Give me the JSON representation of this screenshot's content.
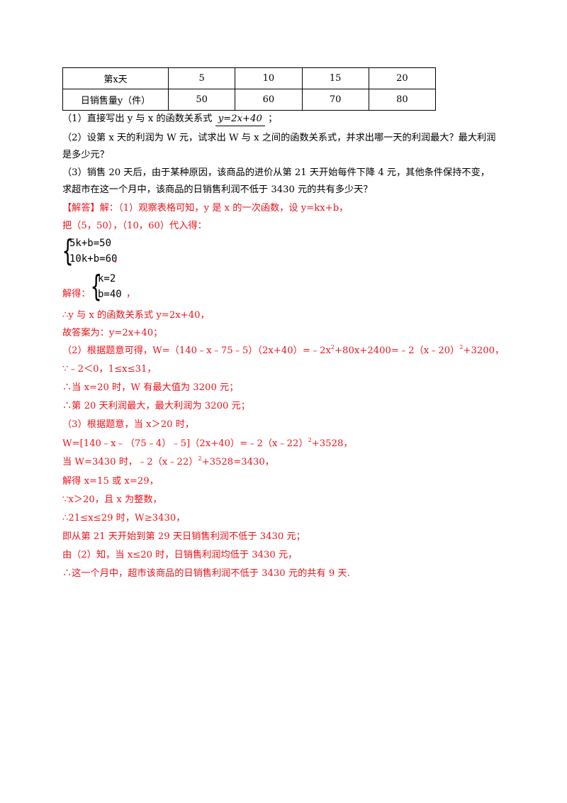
{
  "table": {
    "header": [
      "第x天",
      "5",
      "10",
      "15",
      "20"
    ],
    "row": [
      "日销售量y（件）",
      "50",
      "60",
      "70",
      "80"
    ]
  },
  "questions": {
    "q1_prefix": "（1）直接写出 y 与 x 的函数关系式",
    "q1_answer": "y=2x+40",
    "q1_suffix": "；",
    "q2_line1": "（2）设第 x 天的利润为 W 元，试求出 W 与 x 之间的函数关系式，并求出哪一天的利润最大？最大利润",
    "q2_line2": "是多少元？",
    "q3_line1": "（3）销售 20 天后，由于某种原因，该商品的进价从第 21 天开始每件下降 4 元，其他条件保持不变，",
    "q3_line2": "求超市在这一个月中，该商品的日销售利润不低于 3430 元的共有多少天？"
  },
  "solution": {
    "tag": "【解答】",
    "s1": "解：（1）观察表格可知，y 是 x 的一次函数，设 y=kx+b，",
    "s2": "把（5，50），（10，60）代入得：",
    "system1": [
      "5k+b=50",
      "10k+b=60"
    ],
    "system1_suffix": "，",
    "s3_prefix": "解得：",
    "system2": [
      "k=2",
      "b=40"
    ],
    "system2_suffix": "，",
    "s4": "∴y 与 x 的函数关系式 y=2x+40，",
    "s5": "故答案为：y=2x+40；",
    "s6a": "（2）根据题意可得，W=（140﹣x﹣75﹣5）（2x+40）=﹣2x",
    "s6b": "2",
    "s6c": "+80x+2400=﹣2（x﹣20）",
    "s6d": "2",
    "s6e": "+3200，",
    "s7": "∵﹣2＜0，1≤x≤31，",
    "s8": "∴当 x=20 时，W 有最大值为 3200 元；",
    "s9": "∴第 20 天利润最大，最大利润为 3200 元；",
    "s10": "（3）根据题意，当 x＞20 时，",
    "s11a": "W=[140﹣x﹣（75﹣4）﹣5]（2x+40）=﹣2（x﹣22）",
    "s11b": "2",
    "s11c": "+3528，",
    "s12a": "当 W=3430 时，﹣2（x﹣22）",
    "s12b": "2",
    "s12c": "+3528=3430，",
    "s13": "解得 x=15 或 x=29，",
    "s14": "∵x＞20，且 x 为整数，",
    "s15": "∴21≤x≤29 时，W≥3430，",
    "s16": "即从第 21 天开始到第 29 天日销售利润不低于 3430 元；",
    "s17": "由（2）知，当 x≤20 时，日销售利润均低于 3430 元，",
    "s18": "∴这一个月中，超市该商品的日销售利润不低于 3430 元的共有 9 天."
  }
}
